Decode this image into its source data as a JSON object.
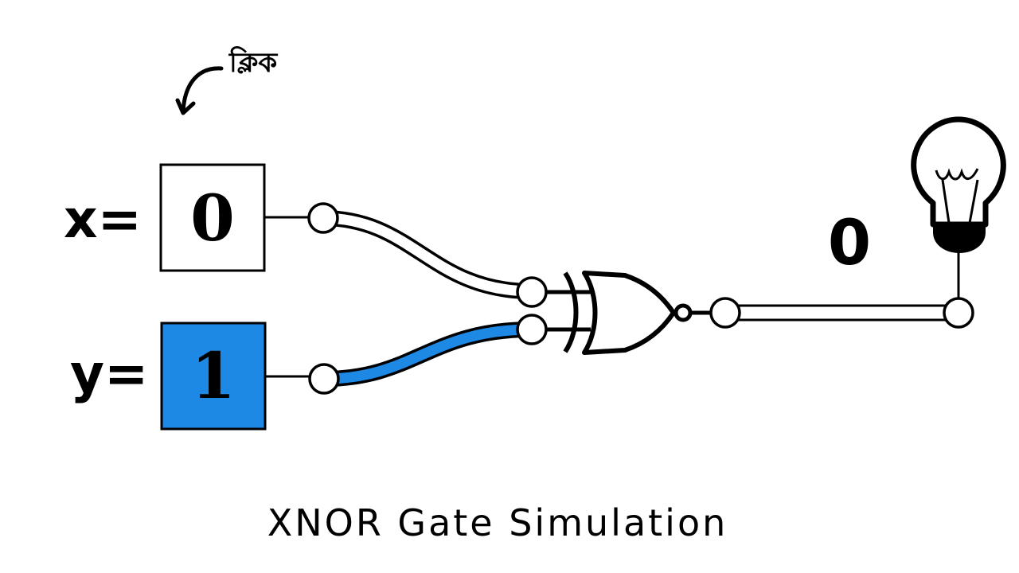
{
  "title": "XNOR Gate Simulation",
  "hint": {
    "text": "ক্লিক",
    "icon": "curved-arrow-down-icon"
  },
  "inputs": [
    {
      "name": "x",
      "label": "x=",
      "value": "0",
      "active": false
    },
    {
      "name": "y",
      "label": "y=",
      "value": "1",
      "active": true
    }
  ],
  "gate": {
    "type": "XNOR",
    "icon": "xnor-gate-icon"
  },
  "output": {
    "value": "0",
    "lamp_on": false,
    "icon": "light-bulb-icon"
  },
  "colors": {
    "active_wire": "#1e88e5",
    "inactive_wire": "#ffffff",
    "stroke": "#000000",
    "background": "#ffffff"
  }
}
